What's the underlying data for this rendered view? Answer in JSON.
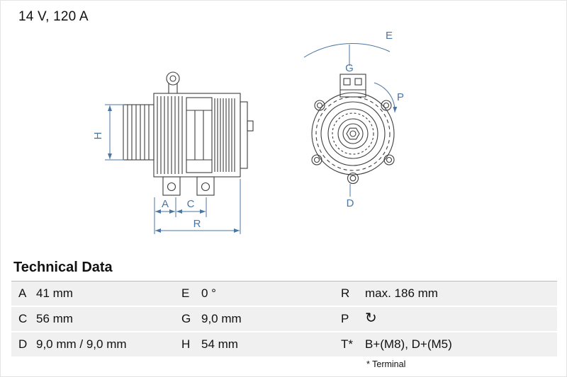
{
  "header": {
    "rating": "14 V, 120 A"
  },
  "colors": {
    "accent_blue": "#4a76a2",
    "drawing_line": "#3d3d3d",
    "table_row_bg": "#f0f0f0"
  },
  "diagram": {
    "side_view": {
      "labels": {
        "h": "H",
        "a": "A",
        "c": "C",
        "r": "R"
      }
    },
    "front_view": {
      "labels": {
        "e": "E",
        "g": "G",
        "p": "P",
        "d": "D"
      }
    }
  },
  "table": {
    "title": "Technical Data",
    "rows": [
      {
        "cells": [
          {
            "key": "A",
            "value": "41 mm"
          },
          {
            "key": "E",
            "value": "0 °"
          },
          {
            "key": "R",
            "value": "max. 186 mm"
          }
        ]
      },
      {
        "cells": [
          {
            "key": "C",
            "value": "56 mm"
          },
          {
            "key": "G",
            "value": "9,0 mm"
          },
          {
            "key": "P",
            "value": "",
            "icon": "rotation-cw",
            "icon_glyph": "↻"
          }
        ]
      },
      {
        "cells": [
          {
            "key": "D",
            "value": "9,0 mm / 9,0 mm"
          },
          {
            "key": "H",
            "value": "54 mm"
          },
          {
            "key": "T*",
            "value": "B+(M8), D+(M5)"
          }
        ]
      }
    ],
    "footnote": "* Terminal"
  }
}
